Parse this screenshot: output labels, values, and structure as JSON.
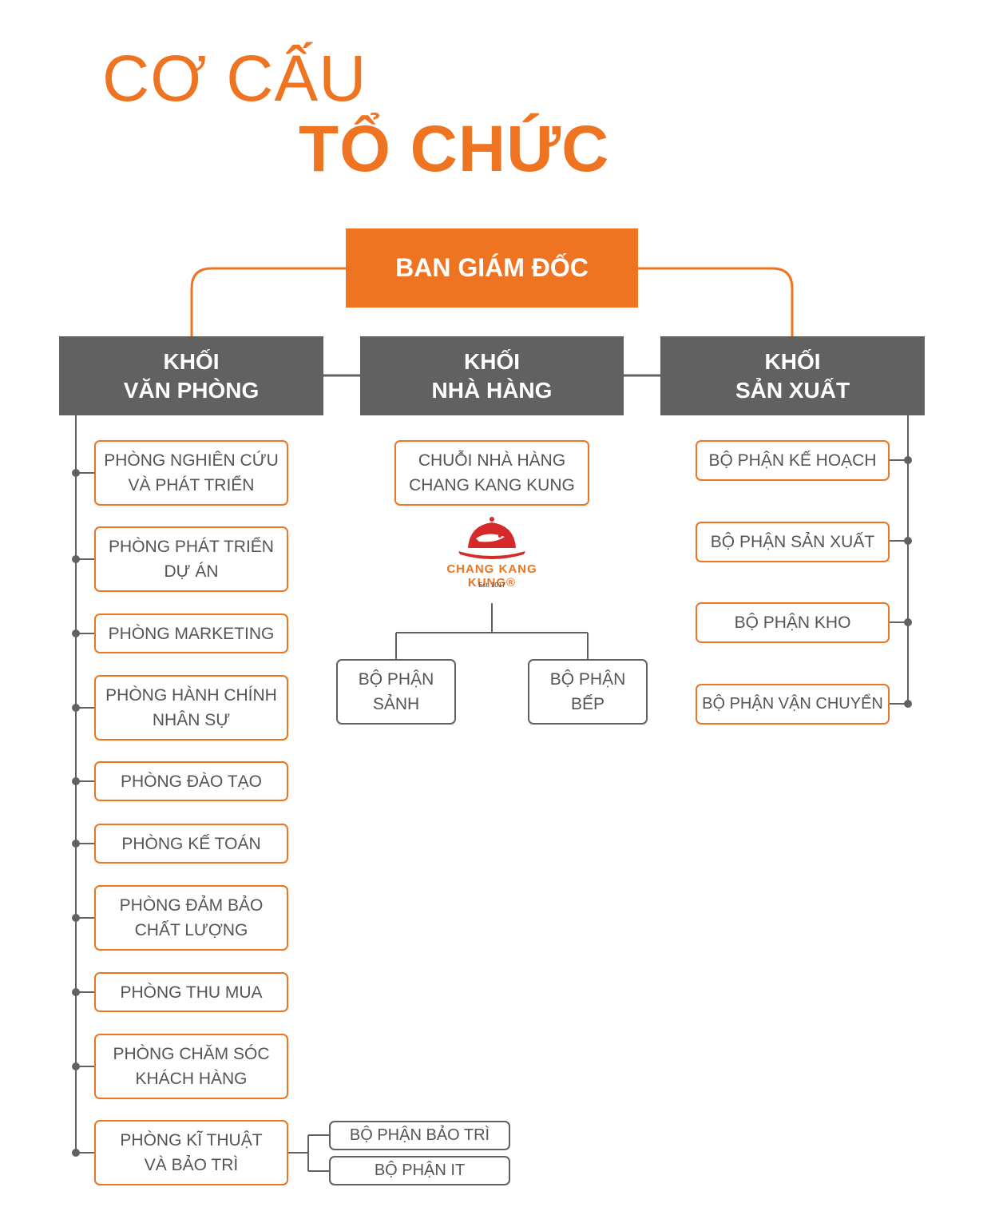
{
  "title": {
    "line1": "CƠ CẤU",
    "line2": "TỔ CHỨC"
  },
  "ceo": {
    "label": "BAN GIÁM ĐỐC"
  },
  "blocks": [
    {
      "line1": "KHỐI",
      "line2": "VĂN PHÒNG"
    },
    {
      "line1": "KHỐI",
      "line2": "NHÀ HÀNG"
    },
    {
      "line1": "KHỐI",
      "line2": "SẢN XUẤT"
    }
  ],
  "office_departments": [
    {
      "line1": "PHÒNG NGHIÊN CỨU",
      "line2": "VÀ PHÁT TRIỂN"
    },
    {
      "line1": "PHÒNG PHÁT TRIỂN",
      "line2": "DỰ ÁN"
    },
    {
      "line1": "PHÒNG MARKETING",
      "line2": ""
    },
    {
      "line1": "PHÒNG HÀNH CHÍNH",
      "line2": "NHÂN SỰ"
    },
    {
      "line1": "PHÒNG ĐÀO TẠO",
      "line2": ""
    },
    {
      "line1": "PHÒNG KẾ TOÁN",
      "line2": ""
    },
    {
      "line1": "PHÒNG ĐẢM BẢO",
      "line2": "CHẤT LƯỢNG"
    },
    {
      "line1": "PHÒNG THU MUA",
      "line2": ""
    },
    {
      "line1": "PHÒNG CHĂM SÓC",
      "line2": "KHÁCH HÀNG"
    },
    {
      "line1": "PHÒNG KĨ THUẬT",
      "line2": "VÀ BẢO TRÌ"
    }
  ],
  "tech_sub": [
    "BỘ PHẬN BẢO TRÌ",
    "BỘ PHẬN IT"
  ],
  "restaurant": {
    "chain": {
      "line1": "CHUỖI NHÀ HÀNG",
      "line2": "CHANG KANG KUNG"
    },
    "logo_text": "CHANG KANG KUNG®",
    "logo_est": "Est. 2017",
    "units": [
      {
        "line1": "BỘ PHẬN",
        "line2": "SẢNH"
      },
      {
        "line1": "BỘ PHẬN",
        "line2": "BẾP"
      }
    ]
  },
  "production_units": [
    "BỘ PHẬN KẾ HOẠCH",
    "BỘ PHẬN SẢN XUẤT",
    "BỘ PHẬN KHO",
    "BỘ PHẬN VẬN CHUYỂN"
  ],
  "colors": {
    "accent": "#ef7422",
    "dark": "#616161",
    "text": "#555555"
  }
}
